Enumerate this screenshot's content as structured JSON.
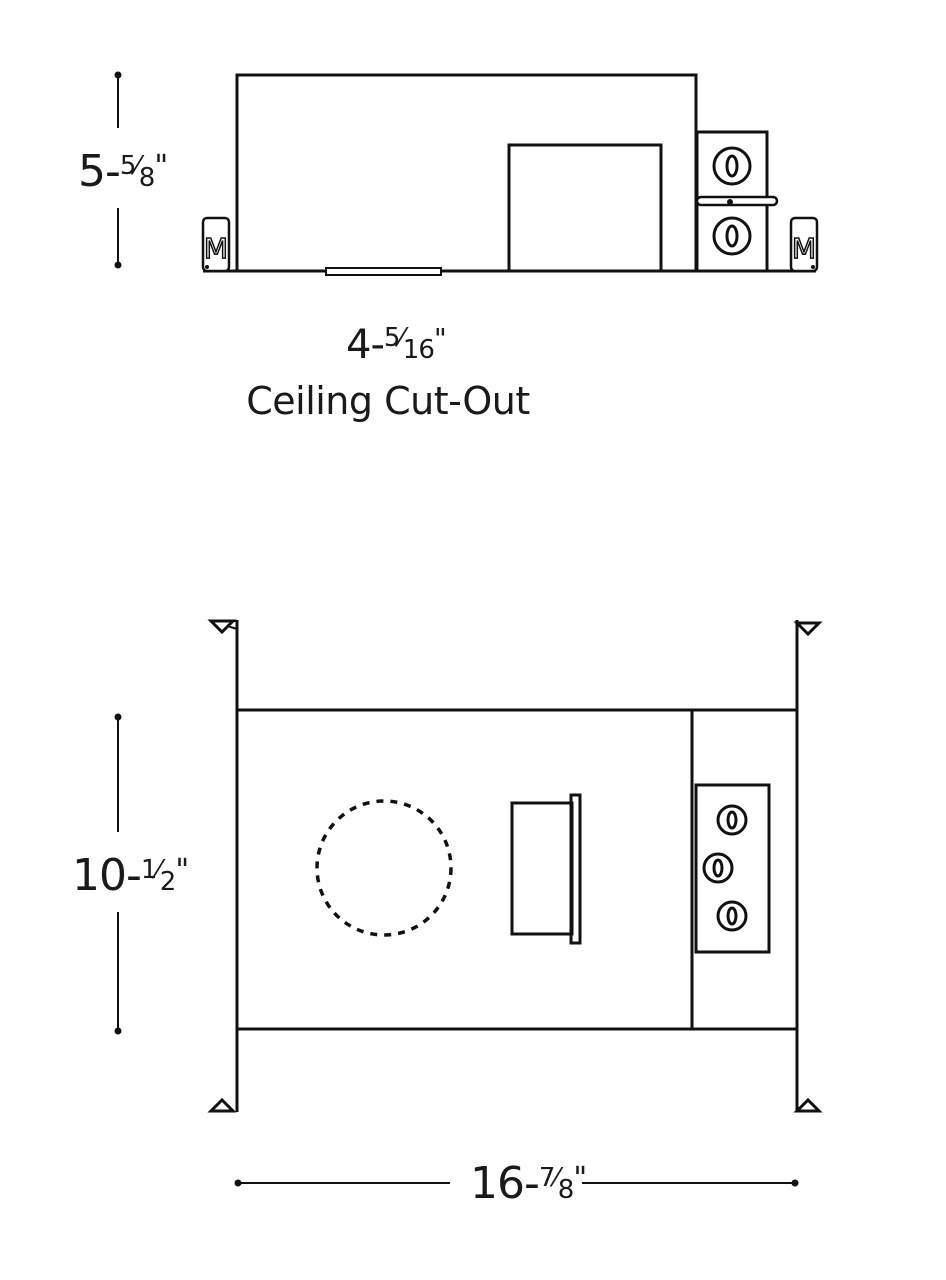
{
  "side_view": {
    "height_dim": {
      "whole": "5-",
      "num": "5",
      "den": "8",
      "inch": "\""
    },
    "cutout_dim": {
      "whole": "4-",
      "num": "5",
      "den": "16",
      "inch": "\""
    },
    "cutout_caption": "Ceiling Cut-Out",
    "bracket_letter": "M"
  },
  "top_view": {
    "depth_dim": {
      "whole": "10-",
      "num": "1",
      "den": "2",
      "inch": "\""
    },
    "width_dim": {
      "whole": "16-",
      "num": "7",
      "den": "8",
      "inch": "\""
    }
  },
  "colors": {
    "line": "#111111",
    "background": "#ffffff"
  }
}
